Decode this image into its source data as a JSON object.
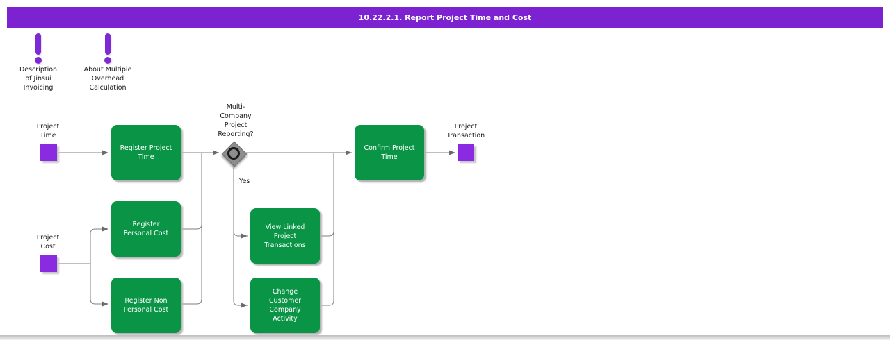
{
  "title": "10.22.2.1. Report Project Time and Cost",
  "notes": [
    {
      "label": "Description\nof Jinsui\nInvoicing"
    },
    {
      "label": "About Multiple\nOverhead\nCalculation"
    }
  ],
  "artifacts": {
    "project_time": "Project\nTime",
    "project_cost": "Project\nCost",
    "project_transaction": "Project\nTransaction"
  },
  "tasks": {
    "register_project_time": "Register Project\nTime",
    "register_personal_cost": "Register\nPersonal Cost",
    "register_non_personal_cost": "Register Non\nPersonal Cost",
    "view_linked_project_transactions": "View Linked\nProject\nTransactions",
    "change_customer_company_activity": "Change\nCustomer\nCompany\nActivity",
    "confirm_project_time": "Confirm Project\nTime"
  },
  "decision": {
    "question": "Multi-\nCompany\nProject\nReporting?",
    "yes_label": "Yes"
  },
  "colors": {
    "header_bg": "#7d22d1",
    "task_green": "#0a9446",
    "artifact_purple": "#8a2be2",
    "note_purple": "#7d2ad6",
    "connector_gray": "#7f7f7f"
  }
}
